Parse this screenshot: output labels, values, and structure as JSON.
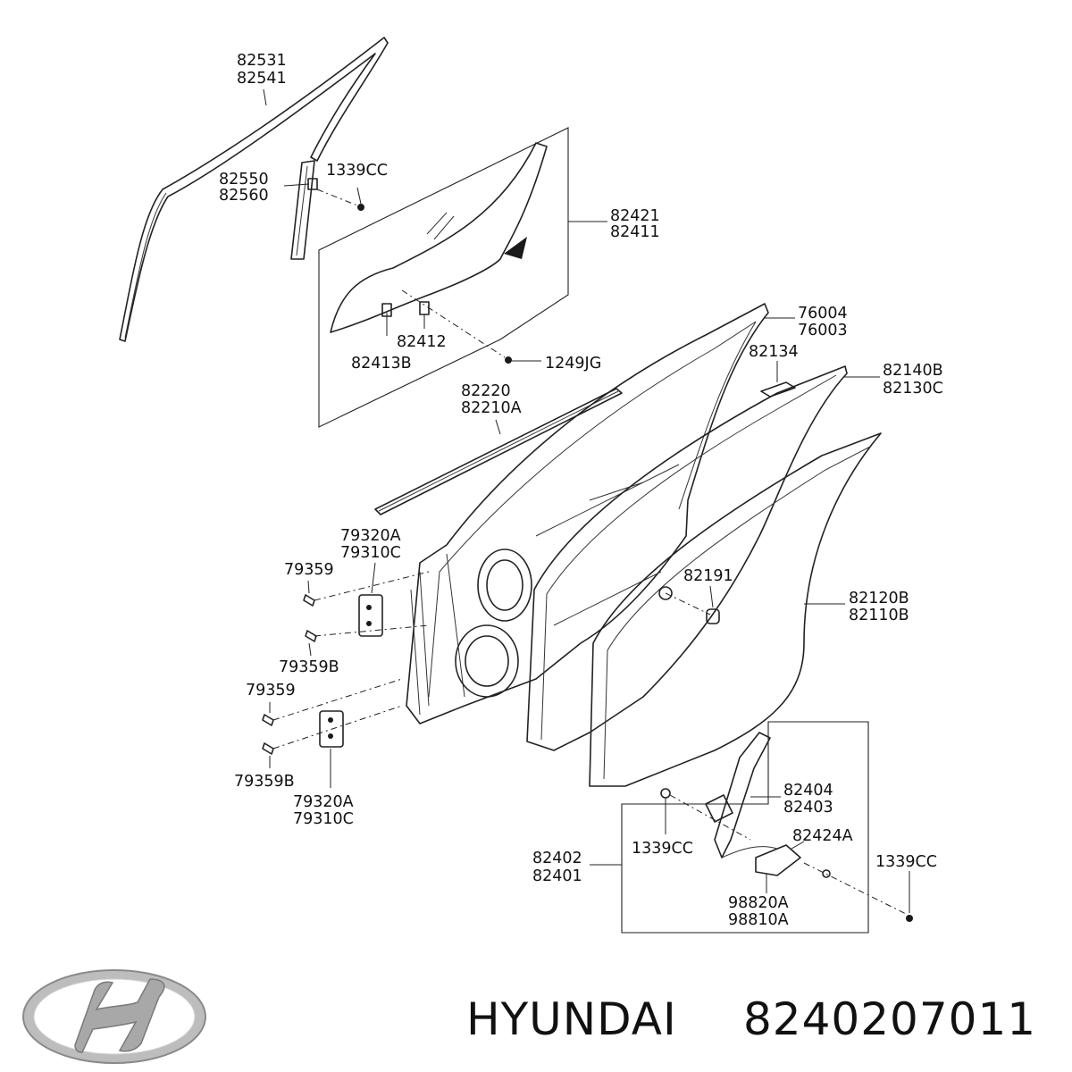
{
  "labels": {
    "l82531": "82531",
    "l82541": "82541",
    "l82550": "82550",
    "l82560": "82560",
    "l1339cc_a": "1339CC",
    "l82421": "82421",
    "l82411": "82411",
    "l82412": "82412",
    "l82413b": "82413B",
    "l1249jg": "1249JG",
    "l76004": "76004",
    "l76003": "76003",
    "l82134": "82134",
    "l82140b": "82140B",
    "l82130c": "82130C",
    "l82220": "82220",
    "l82210a": "82210A",
    "l79320a_a": "79320A",
    "l79310c_a": "79310C",
    "l79359_a": "79359",
    "l79359b_a": "79359B",
    "l82191": "82191",
    "l82120b": "82120B",
    "l82110b": "82110B",
    "l79359_b": "79359",
    "l79359b_b": "79359B",
    "l79320a_b": "79320A",
    "l79310c_b": "79310C",
    "l82404": "82404",
    "l82403": "82403",
    "l1339cc_b": "1339CC",
    "l82424a": "82424A",
    "l82402": "82402",
    "l82401": "82401",
    "l1339cc_c": "1339CC",
    "l98820a": "98820A",
    "l98810a": "98810A"
  },
  "brand": {
    "name": "HYUNDAI",
    "part_number": "8240207011",
    "logo_icon": "hyundai-logo-icon"
  }
}
